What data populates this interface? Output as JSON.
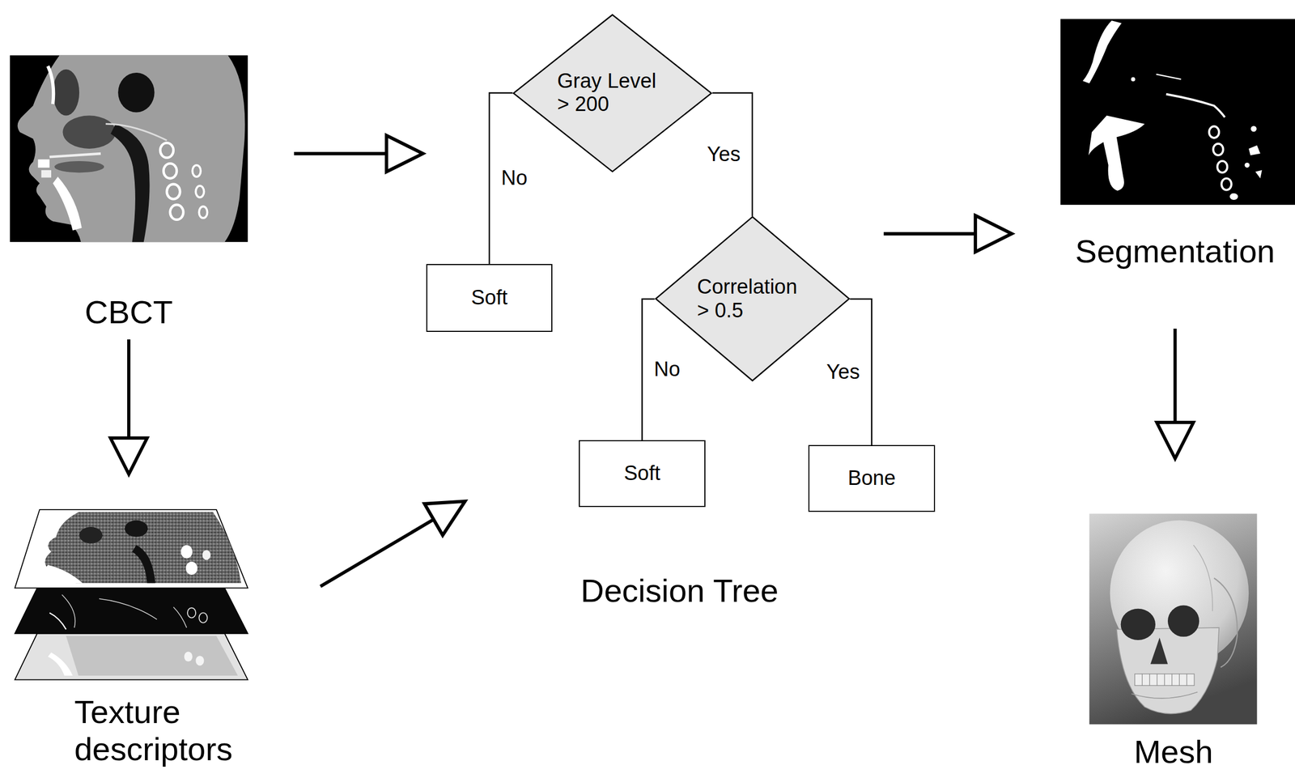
{
  "diagram": {
    "nodes": [
      {
        "text": [
          "CBCT"
        ]
      },
      {
        "text": [
          "Texture descriptors"
        ]
      },
      {
        "text": [
          "Gray Level > 200"
        ]
      },
      {
        "text": [
          "Soft"
        ]
      },
      {
        "text": [
          "Correlation > 0.5"
        ]
      },
      {
        "text": [
          "Soft"
        ]
      },
      {
        "text": [
          "Bone"
        ]
      },
      {
        "text": [
          "Segmentation"
        ]
      },
      {
        "text": [
          "Mesh"
        ]
      }
    ],
    "edges": [
      {
        "from": 0,
        "to": 1,
        "arrow": "to"
      },
      {
        "from": 2,
        "to": 3,
        "label": "No",
        "arrow": "none"
      },
      {
        "from": 2,
        "to": 4,
        "label": "Yes",
        "arrow": "none"
      },
      {
        "from": 4,
        "to": 5,
        "label": "No",
        "arrow": "none"
      },
      {
        "from": 4,
        "to": 6,
        "label": "Yes",
        "arrow": "none"
      },
      {
        "from": 7,
        "to": 8,
        "arrow": "to"
      }
    ],
    "labels": [
      "Decision Tree"
    ]
  }
}
